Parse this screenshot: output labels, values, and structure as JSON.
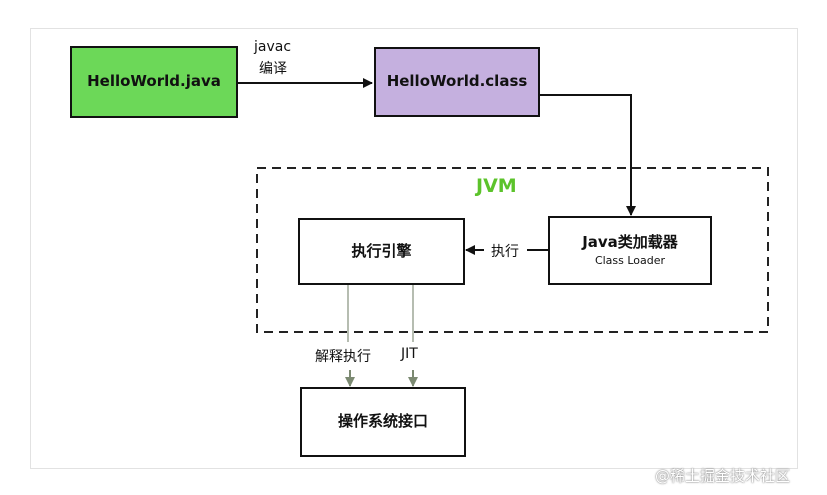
{
  "nodes": {
    "source_file": {
      "label": "HelloWorld.java",
      "color": "#6cd858"
    },
    "class_file": {
      "label": "HelloWorld.class",
      "color": "#c5b0df"
    },
    "class_loader": {
      "label": "Java类加载器",
      "sublabel": "Class Loader"
    },
    "exec_engine": {
      "label": "执行引擎"
    },
    "os_interface": {
      "label": "操作系统接口"
    }
  },
  "edges": {
    "compile": {
      "label_line1": "javac",
      "label_line2": "编译"
    },
    "execute": {
      "label": "执行"
    },
    "interpret": {
      "label": "解释执行"
    },
    "jit": {
      "label": "JIT"
    }
  },
  "jvm": {
    "title": "JVM",
    "title_color": "#5cc32b"
  },
  "watermark": "@稀土掘金技术社区"
}
